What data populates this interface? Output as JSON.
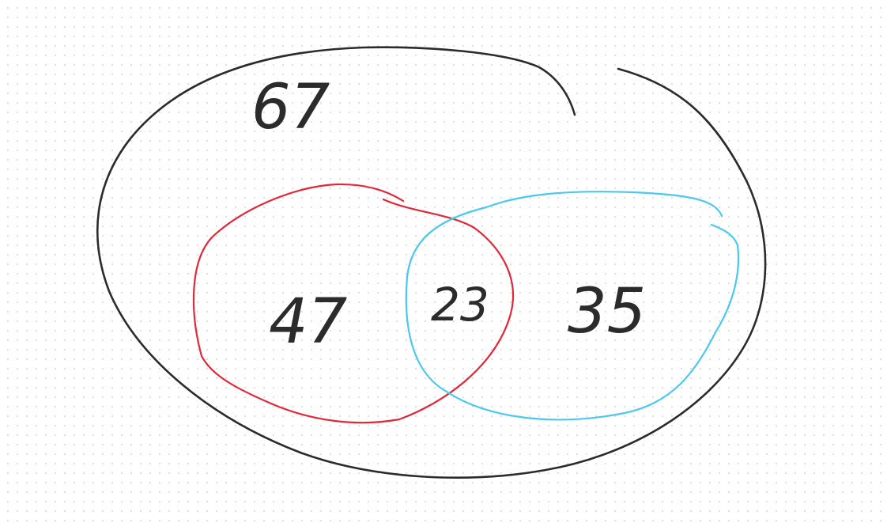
{
  "colors": {
    "background": "#ffffff",
    "grid_dot": "#d9d9d9",
    "outer": "#2b2b2b",
    "set_a": "#e0283a",
    "set_b": "#4cc7ee",
    "text": "#2b2b2b"
  },
  "diagram": {
    "type": "venn-hand-drawn",
    "universe": {
      "label": "67"
    },
    "set_a": {
      "only_label": "47"
    },
    "set_b": {
      "only_label": "35"
    },
    "intersection": {
      "label": "23"
    }
  }
}
